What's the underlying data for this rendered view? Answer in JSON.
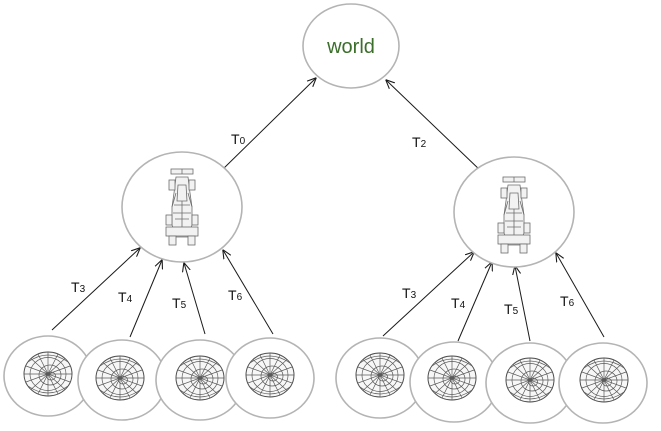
{
  "root": {
    "label": "world"
  },
  "edges_to_root": [
    {
      "name": "T",
      "sub": "0"
    },
    {
      "name": "T",
      "sub": "2"
    }
  ],
  "edges_to_car": [
    {
      "name": "T",
      "sub": "3"
    },
    {
      "name": "T",
      "sub": "4"
    },
    {
      "name": "T",
      "sub": "5"
    },
    {
      "name": "T",
      "sub": "6"
    }
  ],
  "icons": {
    "vehicle": "race-car-icon",
    "wheel": "wheel-icon"
  }
}
